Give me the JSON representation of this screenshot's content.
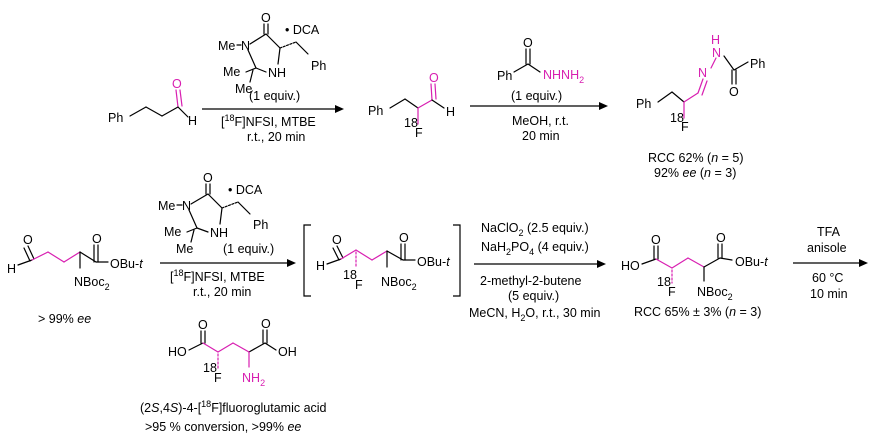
{
  "step1": {
    "catalyst_salt": "• DCA",
    "catalyst_equiv": "(1 equiv.)",
    "reagent_a": "[",
    "reagent_sup": "18",
    "reagent_b": "F]NFSI, MTBE",
    "conditions": "r.t., 20 min"
  },
  "step2": {
    "reagent_equiv": "(1 equiv.)",
    "solvent": "MeOH, r.t.",
    "time": "20 min"
  },
  "product1": {
    "rcc_a": "RCC 62% (",
    "rcc_n": "n",
    "rcc_b": " = 5)",
    "ee_a": "92% ",
    "ee_i": "ee",
    "ee_b": " (",
    "ee_n": "n",
    "ee_c": " = 3)"
  },
  "step3": {
    "catalyst_salt": "• DCA",
    "catalyst_equiv": "(1 equiv.)",
    "reagent_a": "[",
    "reagent_sup": "18",
    "reagent_b": "F]NFSI, MTBE",
    "conditions": "r.t., 20 min"
  },
  "start2": {
    "ee_a": "> 99% ",
    "ee_i": "ee"
  },
  "step4": {
    "ox_a": "NaClO",
    "ox_sub": "2",
    "ox_b": " (2.5 equiv.)",
    "buf_a": "NaH",
    "buf_sub1": "2",
    "buf_b": "PO",
    "buf_sub2": "4",
    "buf_c": " (4 equiv.)",
    "scav": "2-methyl-2-butene",
    "scav_equiv": "(5 equiv.)",
    "cond_a": "MeCN, H",
    "cond_sub": "2",
    "cond_b": "O, r.t., 30 min"
  },
  "product2": {
    "rcc_a": "RCC 65% ± 3% (",
    "rcc_n": "n",
    "rcc_b": " = 3)"
  },
  "step5": {
    "reagent": "TFA",
    "solvent": "anisole",
    "temp": "60 °C",
    "time": "10 min"
  },
  "final": {
    "name_a": "(2",
    "name_s1": "S",
    "name_b": ",4",
    "name_s2": "S",
    "name_c": ")-4-[",
    "name_sup": "18",
    "name_d": "F]fluoroglutamic acid",
    "conv_a": ">95 % conversion,  >99% ",
    "conv_i": "ee"
  },
  "labels": {
    "ph": "Ph",
    "h": "H",
    "o": "O",
    "f": "F",
    "sup18": "18",
    "n": "N",
    "nh": "NH",
    "me": "Me",
    "me_dash": "Me",
    "nhnh2_a": "NHNH",
    "nhnh2_sub": "2",
    "hn": "H",
    "nn": "N",
    "nn2": "N",
    "obu_a": "OBu-",
    "obu_t": "t",
    "nboc_a": "NBoc",
    "nboc_sub": "2",
    "ho": "HO",
    "oh": "OH",
    "nh2_a": "NH",
    "nh2_sub": "2"
  },
  "colors": {
    "highlight": "#d81fb1",
    "ink": "#000000"
  }
}
